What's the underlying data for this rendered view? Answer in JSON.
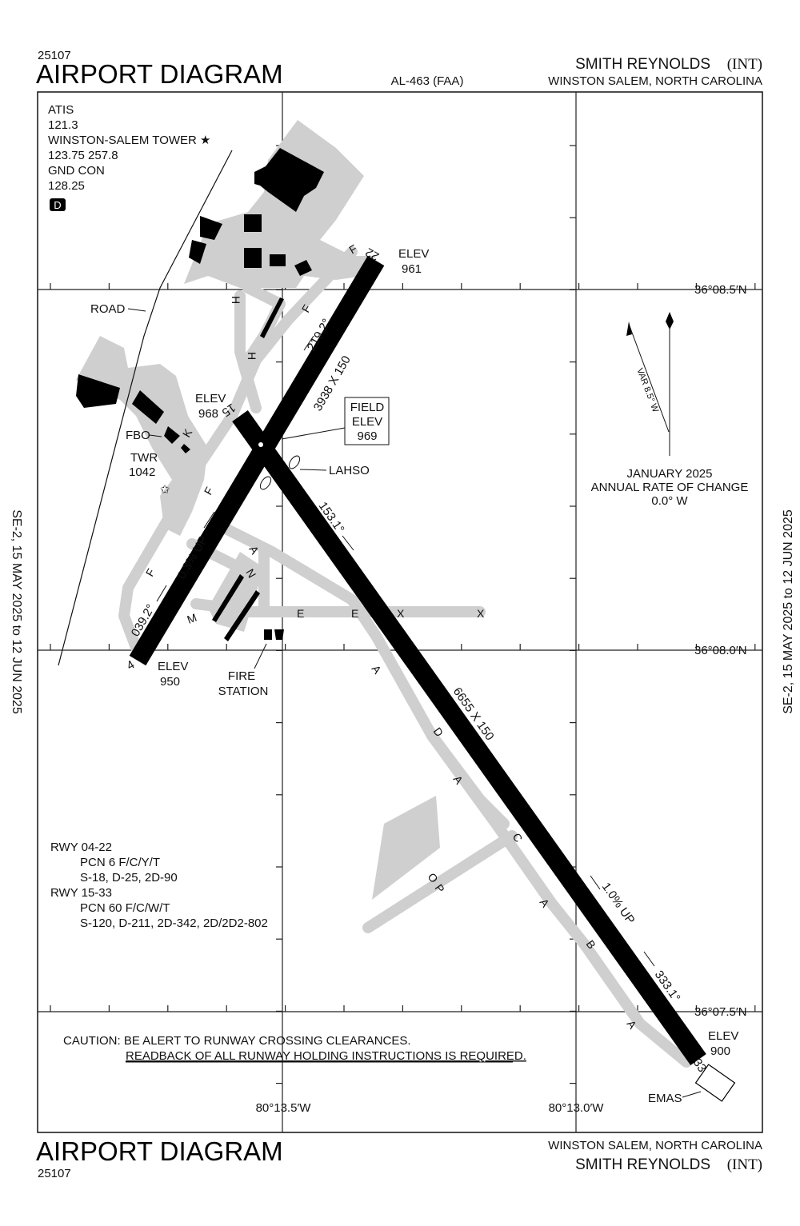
{
  "header": {
    "chart_number": "25107",
    "title": "AIRPORT DIAGRAM",
    "procedure_id": "AL-463 (FAA)",
    "airport_name": "SMITH REYNOLDS",
    "airport_id": "(INT)",
    "location": "WINSTON SALEM, NORTH CAROLINA"
  },
  "footer": {
    "chart_number": "25107",
    "title": "AIRPORT DIAGRAM",
    "location": "WINSTON SALEM, NORTH CAROLINA",
    "airport_name": "SMITH REYNOLDS",
    "airport_id": "(INT)"
  },
  "side_notes": {
    "left": "SE-2,  15 MAY 2025  to  12 JUN 2025",
    "right": "SE-2,  15 MAY 2025  to  12 JUN 2025"
  },
  "frequencies": {
    "lines": [
      "ATIS",
      "121.3",
      "WINSTON-SALEM TOWER ★",
      "123.75  257.8",
      "GND CON",
      "128.25"
    ],
    "d_badge": "D"
  },
  "coordinates": {
    "lat_top": "36°08.5′N",
    "lat_mid": "36°08.0′N",
    "lat_bottom": "36°07.5′N",
    "lon_left": "80°13.5′W",
    "lon_right": "80°13.0′W"
  },
  "runways": {
    "rwy_04_22": {
      "dimensions": "3938 X 150",
      "end_4": "4",
      "end_22": "22",
      "heading_up": "039.2°",
      "heading_down": "219.2°",
      "gradient": "0.3% UP",
      "elev_4_label": "ELEV",
      "elev_4": "950",
      "elev_22_label": "ELEV",
      "elev_22": "961"
    },
    "rwy_15_33": {
      "dimensions": "6655 X 150",
      "end_15": "15",
      "end_33": "33",
      "heading_down": "153.1°",
      "heading_up": "333.1°",
      "gradient": "1.0% UP",
      "elev_15_label": "ELEV",
      "elev_15": "968",
      "elev_33_label": "ELEV",
      "elev_33": "900"
    }
  },
  "field_elev": {
    "line1": "FIELD",
    "line2": "ELEV",
    "value": "969"
  },
  "labels": {
    "road": "ROAD",
    "fbo": "FBO",
    "twr": "TWR",
    "twr_elev": "1042",
    "lahso": "LAHSO",
    "fire_station_1": "FIRE",
    "fire_station_2": "STATION",
    "emas": "EMAS"
  },
  "taxiways": {
    "A": "A",
    "B": "B",
    "C": "C",
    "D": "D",
    "E": "E",
    "F": "F",
    "H": "H",
    "K": "K",
    "M": "M",
    "N": "N",
    "O": "O",
    "P": "P",
    "X": "X"
  },
  "variation": {
    "var_label": "VAR 8.5° W",
    "line1": "JANUARY 2025",
    "line2": "ANNUAL RATE OF CHANGE",
    "line3": "0.0° W"
  },
  "pcn": {
    "lines": [
      "RWY 04-22",
      "PCN 6 F/C/Y/T",
      "S-18, D-25, 2D-90",
      "RWY 15-33",
      "PCN 60 F/C/W/T",
      "S-120, D-211, 2D-342, 2D/2D2-802"
    ]
  },
  "caution": {
    "line1": "CAUTION: BE ALERT TO RUNWAY CROSSING CLEARANCES.",
    "line2": "READBACK OF ALL RUNWAY HOLDING INSTRUCTIONS IS REQUIRED."
  }
}
